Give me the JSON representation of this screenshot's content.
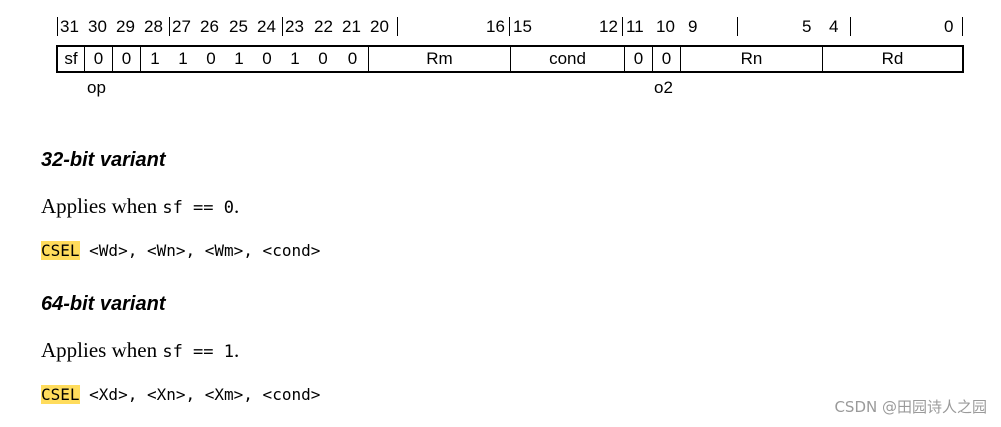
{
  "encoding": {
    "bit_numbers": [
      "31",
      "30",
      "29",
      "28",
      "27",
      "26",
      "25",
      "24",
      "23",
      "22",
      "21",
      "20",
      "16",
      "15",
      "12",
      "11",
      "10",
      "9",
      "5",
      "4",
      "0"
    ],
    "fields": [
      {
        "label": "sf"
      },
      {
        "label": "0"
      },
      {
        "label": "0"
      },
      {
        "label": "1"
      },
      {
        "label": "1"
      },
      {
        "label": "0"
      },
      {
        "label": "1"
      },
      {
        "label": "0"
      },
      {
        "label": "1"
      },
      {
        "label": "0"
      },
      {
        "label": "0"
      },
      {
        "label": "Rm"
      },
      {
        "label": "cond"
      },
      {
        "label": "0"
      },
      {
        "label": "0"
      },
      {
        "label": "Rn"
      },
      {
        "label": "Rd"
      }
    ],
    "below_labels": [
      "op",
      "o2"
    ]
  },
  "variants": [
    {
      "heading": "32-bit variant",
      "applies_prefix": "Applies when ",
      "applies_code": "sf == 0",
      "applies_suffix": ".",
      "mnemonic": "CSEL",
      "operands": " <Wd>, <Wn>, <Wm>, <cond>"
    },
    {
      "heading": "64-bit variant",
      "applies_prefix": "Applies when ",
      "applies_code": "sf == 1",
      "applies_suffix": ".",
      "mnemonic": "CSEL",
      "operands": " <Xd>, <Xn>, <Xm>, <cond>"
    }
  ],
  "watermark": "CSDN @田园诗人之园",
  "colors": {
    "mnemonic_highlight": "#ffdc5c",
    "watermark": "#9a9a9a"
  }
}
